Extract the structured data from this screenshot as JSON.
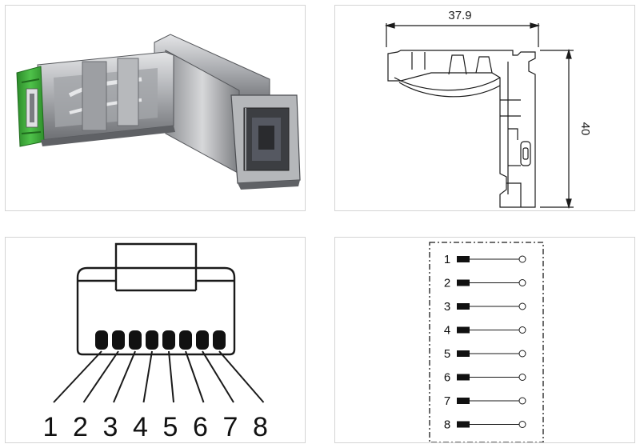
{
  "dimensions": {
    "width": "37.9",
    "height": "40"
  },
  "plug_pins": [
    "1",
    "2",
    "3",
    "4",
    "5",
    "6",
    "7",
    "8"
  ],
  "wiring_pins": [
    "1",
    "2",
    "3",
    "4",
    "5",
    "6",
    "7",
    "8"
  ],
  "colors": {
    "latch_green": "#3aa935",
    "metal_light": "#c9cacc",
    "metal_dark": "#6a6c70",
    "line": "#1a1a1a"
  }
}
